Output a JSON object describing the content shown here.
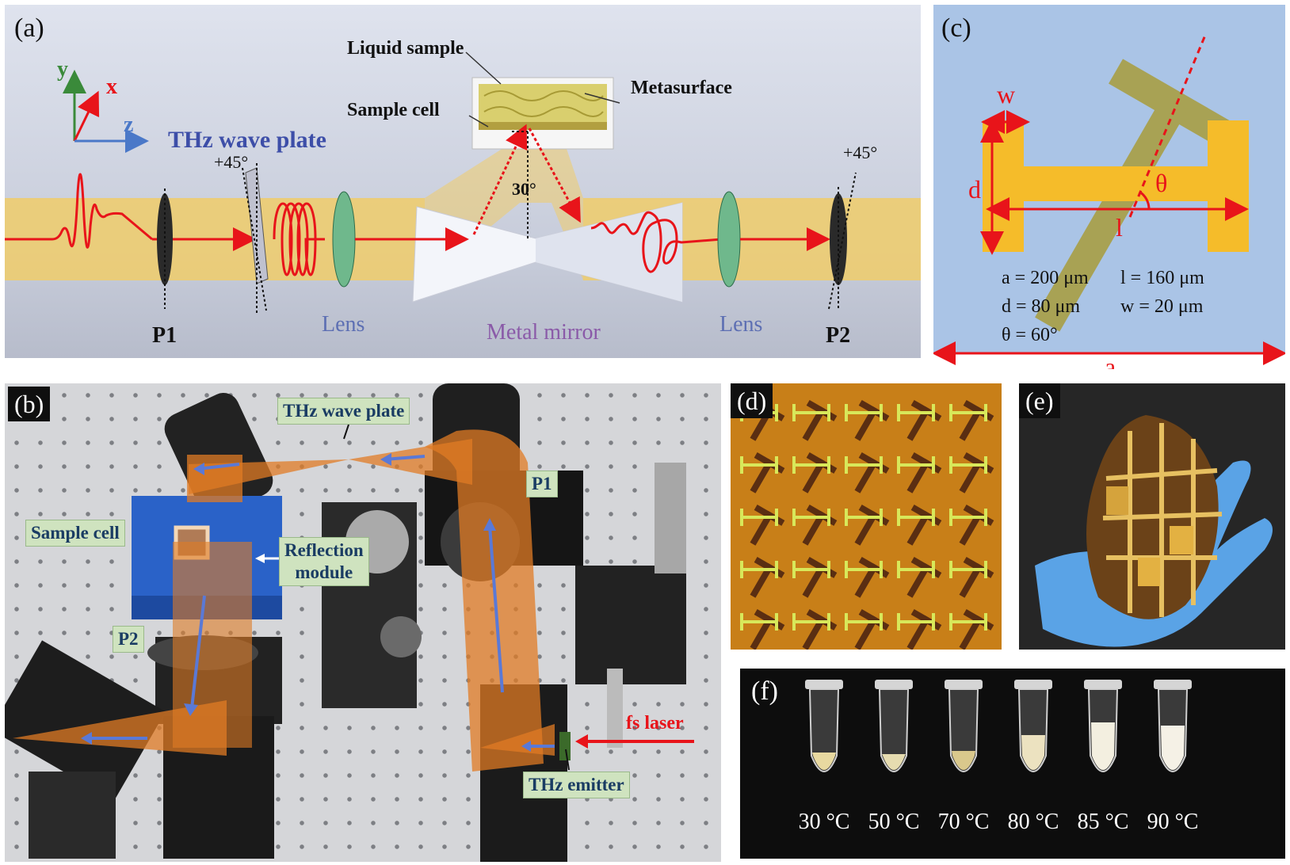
{
  "panel_a": {
    "label": "(a)",
    "axes": {
      "y": "y",
      "x": "x",
      "z": "z"
    },
    "wave_plate": "THz wave plate",
    "angle_left": "+45°",
    "angle_right": "+45°",
    "liquid_sample": "Liquid sample",
    "metasurface": "Metasurface",
    "sample_cell": "Sample cell",
    "incidence_angle": "30°",
    "p1": "P1",
    "p2": "P2",
    "lens_left": "Lens",
    "lens_right": "Lens",
    "mirror": "Metal mirror",
    "colors": {
      "beam": "#f0cc6a",
      "ray": "#e8141a",
      "bg": "#d6dae6"
    }
  },
  "panel_c": {
    "label": "(c)",
    "w": "w",
    "d": "d",
    "l": "l",
    "theta": "θ",
    "a": "a",
    "param_a": "a = 200 μm",
    "param_l": "l = 160 μm",
    "param_d": "d = 80 μm",
    "param_w": "w = 20 μm",
    "param_theta": "θ = 60°",
    "colors": {
      "bg": "#aac4e6",
      "gold": "#f5bc2a",
      "olive": "#a8a254",
      "arrow": "#e8141a"
    }
  },
  "panel_b": {
    "label": "(b)",
    "wave_plate": "THz wave plate",
    "p1": "P1",
    "p2": "P2",
    "sample_cell": "Sample cell",
    "reflection_line1": "Reflection",
    "reflection_line2": "module",
    "fs_laser": "fs laser",
    "emitter": "THz emitter"
  },
  "panel_d": {
    "label": "(d)"
  },
  "panel_e": {
    "label": "(e)"
  },
  "panel_f": {
    "label": "(f)",
    "temperatures": [
      "30 °C",
      "50 °C",
      "70 °C",
      "80 °C",
      "85 °C",
      "90 °C"
    ]
  }
}
